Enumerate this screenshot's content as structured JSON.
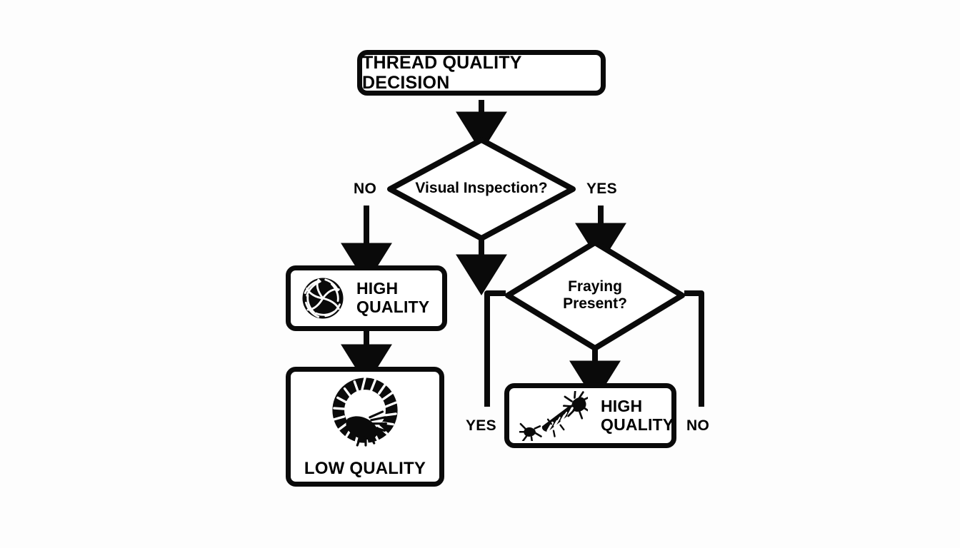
{
  "diagram": {
    "title": "THREAD QUALITY DECISION",
    "background_color": "#fdfdfd",
    "line_color": "#0a0a0a",
    "nodes": {
      "title_box": {
        "label": "THREAD QUALITY DECISION"
      },
      "decision_visual": {
        "label": "Visual Inspection?"
      },
      "decision_fraying": {
        "label": "Fraying\nPresent?"
      },
      "high_quality_left": {
        "label": "HIGH\nQUALITY",
        "icon": "yarn-ball-icon"
      },
      "low_quality": {
        "label": "LOW QUALITY",
        "icon": "frayed-rope-ring-icon"
      },
      "high_quality_right": {
        "label": "HIGH\nQUALITY",
        "icon": "frayed-thread-strand-icon"
      }
    },
    "edges": {
      "visual_no": "NO",
      "visual_yes": "YES",
      "fraying_yes": "YES",
      "fraying_no": "NO"
    }
  }
}
